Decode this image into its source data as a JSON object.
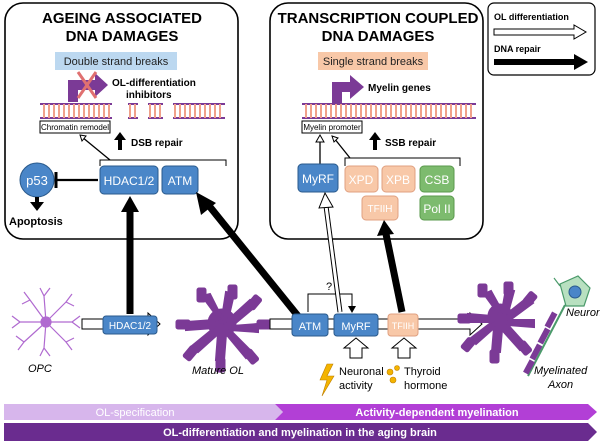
{
  "panels": {
    "left_title_1": "AGEING ASSOCIATED",
    "left_title_2": "DNA DAMAGES",
    "right_title_1": "TRANSCRIPTION COUPLED",
    "right_title_2": "DNA DAMAGES"
  },
  "legend": {
    "differentiation": "OL differentiation",
    "repair": "DNA repair"
  },
  "left": {
    "damage_label": "Double strand breaks",
    "inhibitors_1": "OL-differentiation",
    "inhibitors_2": "inhibitors",
    "chromatin_label": "Chromatin remodel",
    "repair_label": "DSB repair",
    "p53": "p53",
    "hdac": "HDAC1/2",
    "atm": "ATM",
    "apoptosis": "Apoptosis"
  },
  "right": {
    "damage_label": "Single strand breaks",
    "genes_label": "Myelin genes",
    "promoter_label": "Myelin promoter",
    "repair_label": "SSB repair",
    "myrf": "MyRF",
    "xpd": "XPD",
    "xpb": "XPB",
    "csb": "CSB",
    "tfiih": "TFIIH",
    "pol": "Pol II"
  },
  "bottom": {
    "opc": "OPC",
    "hdac": "HDAC1/2",
    "mature": "Mature OL",
    "atm": "ATM",
    "myrf": "MyRF",
    "tfiih": "TFIIH",
    "question": "?",
    "neuronal_1": "Neuronal",
    "neuronal_2": "activity",
    "thyroid_1": "Thyroid",
    "thyroid_2": "hormone",
    "neuron": "Neuron",
    "myelinated_1": "Myelinated",
    "myelinated_2": "Axon"
  },
  "timeline": {
    "specification": "OL-specification",
    "activity": "Activity-dependent myelination",
    "aging": "OL-differentiation and myelination in the aging brain"
  },
  "colors": {
    "blue_box": "#4a86c8",
    "orange_box": "#f8c8a8",
    "green_box": "#7dbb6e",
    "purple": "#7b3a96",
    "light_purple": "#c9a6e0",
    "dark_purple": "#6a2c8f"
  }
}
